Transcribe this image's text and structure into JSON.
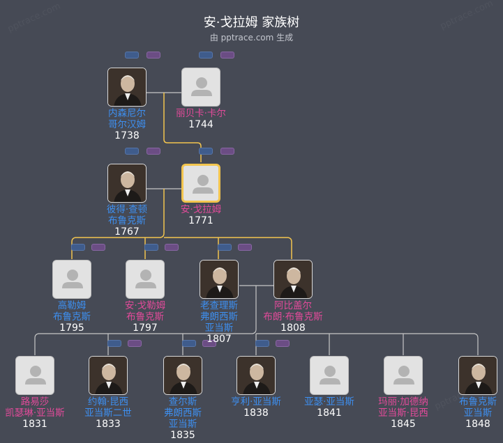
{
  "header": {
    "title": "安·戈拉姆 家族树",
    "subtitle": "由 pptrace.com 生成"
  },
  "watermark": "pptrace.com",
  "colors": {
    "background": "#464a55",
    "male": "#3d8ff0",
    "female": "#e24a9a",
    "focus_border": "#f3c54e",
    "line": "#c8c8c8",
    "line_highlight": "#f3c54e"
  },
  "people": [
    {
      "id": "p1",
      "name": "内森尼尔\n哥尔汉姆",
      "year": "1738",
      "gender": "male",
      "photo": "portrait"
    },
    {
      "id": "p2",
      "name": "丽贝卡·卡尔",
      "year": "1744",
      "gender": "female",
      "photo": "placeholder"
    },
    {
      "id": "p3",
      "name": "彼得·查顿\n布鲁克斯",
      "year": "1767",
      "gender": "male",
      "photo": "portrait"
    },
    {
      "id": "p4",
      "name": "安·戈拉姆",
      "year": "1771",
      "gender": "female",
      "photo": "placeholder",
      "focus": true
    },
    {
      "id": "p5",
      "name": "高勒姆\n布鲁克斯",
      "year": "1795",
      "gender": "male",
      "photo": "placeholder"
    },
    {
      "id": "p6",
      "name": "安·戈勒姆\n布鲁克斯",
      "year": "1797",
      "gender": "female",
      "photo": "placeholder"
    },
    {
      "id": "p7",
      "name": "老查理斯\n弗朗西斯\n亚当斯",
      "year": "1807",
      "gender": "male",
      "photo": "portrait"
    },
    {
      "id": "p8",
      "name": "阿比盖尔\n布朗·布鲁克斯",
      "year": "1808",
      "gender": "female",
      "photo": "portrait"
    },
    {
      "id": "p9",
      "name": "路易莎\n凯瑟琳·亚当斯",
      "year": "1831",
      "gender": "female",
      "photo": "placeholder"
    },
    {
      "id": "p10",
      "name": "约翰·昆西\n亚当斯二世",
      "year": "1833",
      "gender": "male",
      "photo": "portrait"
    },
    {
      "id": "p11",
      "name": "查尔斯\n弗朗西斯\n亚当斯",
      "year": "1835",
      "gender": "male",
      "photo": "portrait"
    },
    {
      "id": "p12",
      "name": "亨利·亚当斯",
      "year": "1838",
      "gender": "male",
      "photo": "portrait"
    },
    {
      "id": "p13",
      "name": "亚瑟·亚当斯",
      "year": "1841",
      "gender": "male",
      "photo": "placeholder"
    },
    {
      "id": "p14",
      "name": "玛丽·加德纳\n亚当斯·昆西",
      "year": "1845",
      "gender": "female",
      "photo": "placeholder"
    },
    {
      "id": "p15",
      "name": "布鲁克斯\n亚当斯",
      "year": "1848",
      "gender": "male",
      "photo": "portrait"
    }
  ]
}
